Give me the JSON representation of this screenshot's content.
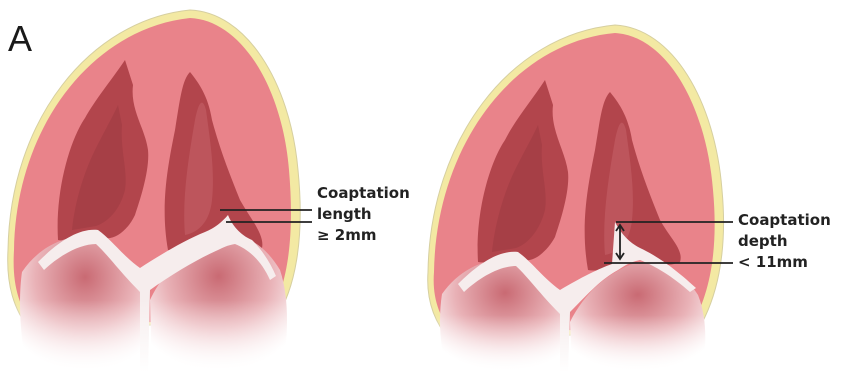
{
  "panel_label": "A",
  "left_callout": {
    "lines": [
      "Coaptation",
      "length",
      "≥ 2mm"
    ]
  },
  "right_callout": {
    "lines": [
      "Coaptation",
      "depth",
      "< 11mm"
    ]
  },
  "colors": {
    "myocardium": "#e9838a",
    "cavity": "#b2454c",
    "leaflet": "#f6eded",
    "epicardium": "#f3e9a3",
    "annotation": "#222222"
  }
}
